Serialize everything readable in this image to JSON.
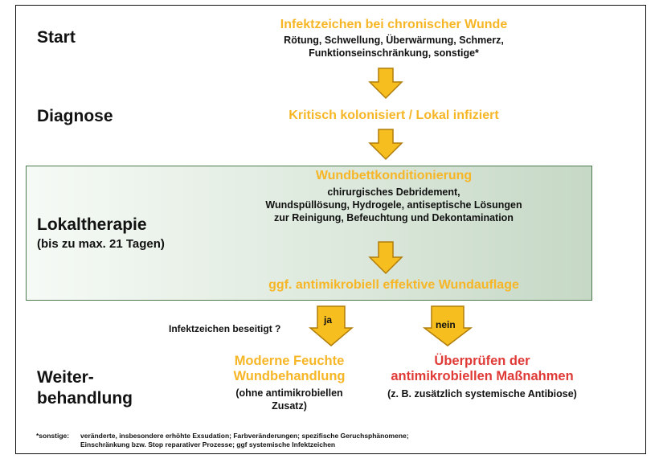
{
  "stages": {
    "start": "Start",
    "diagnose": "Diagnose",
    "lokaltherapie": "Lokaltherapie",
    "lokaltherapie_sub": "(bis zu max. 21 Tagen)",
    "weiter_1": "Weiter-",
    "weiter_2": "behandlung"
  },
  "start_block": {
    "title": "Infektzeichen bei chronischer Wunde",
    "line1": "Rötung, Schwellung, Überwärmung, Schmerz,",
    "line2": "Funktionseinschränkung, sonstige*"
  },
  "diagnose_block": {
    "title": "Kritisch kolonisiert / Lokal infiziert"
  },
  "therapy_block": {
    "title": "Wundbettkonditionierung",
    "line1": "chirurgisches Debridement,",
    "line2": "Wundspüllösung, Hydrogele, antiseptische Lösungen",
    "line3": "zur Reinigung, Befeuchtung und Dekontamination",
    "dressing": "ggf. antimikrobiell effektive Wundauflage"
  },
  "decision": {
    "question": "Infektzeichen beseitigt ?",
    "yes": "ja",
    "no": "nein"
  },
  "yes_block": {
    "title1": "Moderne Feuchte",
    "title2": "Wundbehandlung",
    "note1": "(ohne antimikrobiellen",
    "note2": "Zusatz)"
  },
  "no_block": {
    "title1": "Überprüfen der",
    "title2": "antimikrobiellen Maßnahmen",
    "note": "(z. B. zusätzlich systemische Antibiose)"
  },
  "footnote": {
    "label": "*sonstige:",
    "line1": "veränderte, insbesondere erhöhte Exsudation; Farbveränderungen; spezifische Geruchsphänomene;",
    "line2": "Einschränkung bzw. Stop reparativer Prozesse; ggf systemische Infektzeichen"
  },
  "colors": {
    "arrow_fill": "#F7BE20",
    "arrow_stroke": "#B07D0A",
    "orange_text": "#F6B626",
    "red_text": "#E03A37",
    "box_border": "#4c7a4c"
  }
}
